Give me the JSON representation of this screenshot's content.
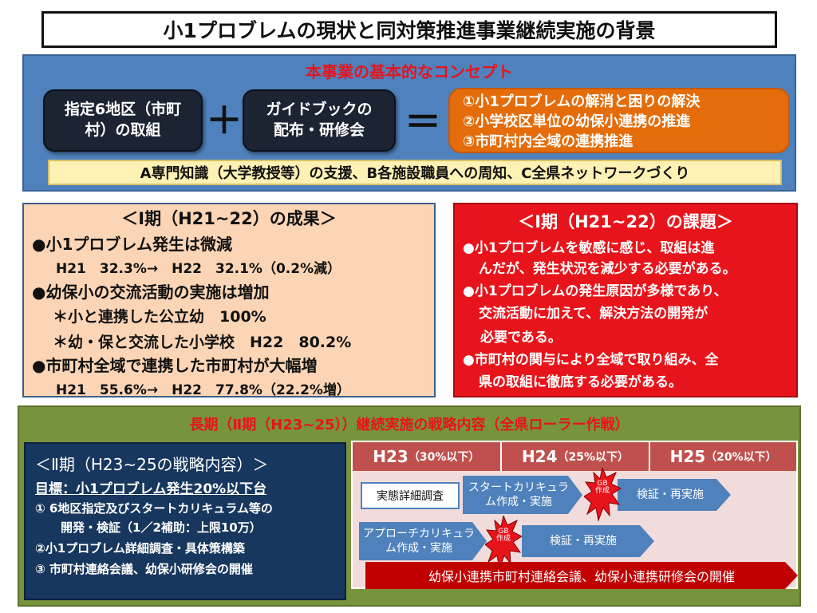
{
  "title": "小1プロブレムの現状と同対策推進事業継続実施の背景",
  "concept": {
    "heading": "本事業の基本的なコンセプト",
    "box1": "指定6地区（市町村）の取組",
    "plus": "＋",
    "box2": "ガイドブックの配布・研修会",
    "equals": "＝",
    "results": [
      "①小1プロブレムの解消と困りの解決",
      "②小学校区単位の幼保小連携の推進",
      "③市町村内全域の連携推進"
    ],
    "banner": "A専門知識（大学教授等）の支援、B各施設職員への周知、C全県ネットワークづくり"
  },
  "achievements": {
    "heading": "＜Ⅰ期（H21~22）の成果＞",
    "lines": [
      "●小1プロブレム発生は微減",
      "H21　32.3%→　H22　32.1%（0.2%減）",
      "●幼保小の交流活動の実施は増加",
      "＊小と連携した公立幼　100%",
      "＊幼・保と交流した小学校　H22　80.2%",
      "●市町村全域で連携した市町村が大幅増",
      "H21　55.6%→　H22　77.8%（22.2%増）"
    ]
  },
  "issues": {
    "heading": "＜Ⅰ期（H21~22）の課題＞",
    "lines": [
      "●小1プロブレムを敏感に感じ、取組は進",
      "んだが、発生状況を減少する必要がある。",
      "●小1プロブレムの発生原因が多様であり、",
      "交流活動に加えて、解決方法の開発が",
      "必要である。",
      "●市町村の関与により全域で取り組み、全",
      "県の取組に徹底する必要がある。"
    ]
  },
  "longterm": {
    "heading": "長期（Ⅱ期（H23~25））継続実施の戦略内容（全県ローラー作戦）",
    "strategy": {
      "heading": "＜Ⅱ期（H23~25の戦略内容）＞",
      "goal": "目標：小1プロブレム発生20%以下台",
      "lines": [
        "① 6地区指定及びスタートカリキュラム等の",
        "開発・検証（1／2補助：上限10万）",
        "②小1プロブレム詳細調査・具体策構築",
        "③ 市町村連絡会議、幼保小研修会の開催"
      ]
    },
    "timeline": {
      "years": [
        {
          "year": "H23",
          "target": "（30%以下）"
        },
        {
          "year": "H24",
          "target": "（25%以下）"
        },
        {
          "year": "H25",
          "target": "（20%以下）"
        }
      ],
      "survey": "実態詳細調査",
      "start_curriculum": "スタートカリキュラム作成・実施",
      "verify1": "検証・再実施",
      "approach_curriculum": "アプローチカリキュラム作成・実施",
      "verify2": "検証・再実施",
      "burst_text": "GB作成",
      "meeting": "幼保小連携市町村連絡会議、幼保小連携研修会の開催"
    }
  },
  "colors": {
    "accent_blue": "#4f81bd",
    "accent_red": "#e8141b",
    "accent_orange": "#e46c0a",
    "accent_green": "#77933c",
    "accent_navy": "#17375e"
  }
}
